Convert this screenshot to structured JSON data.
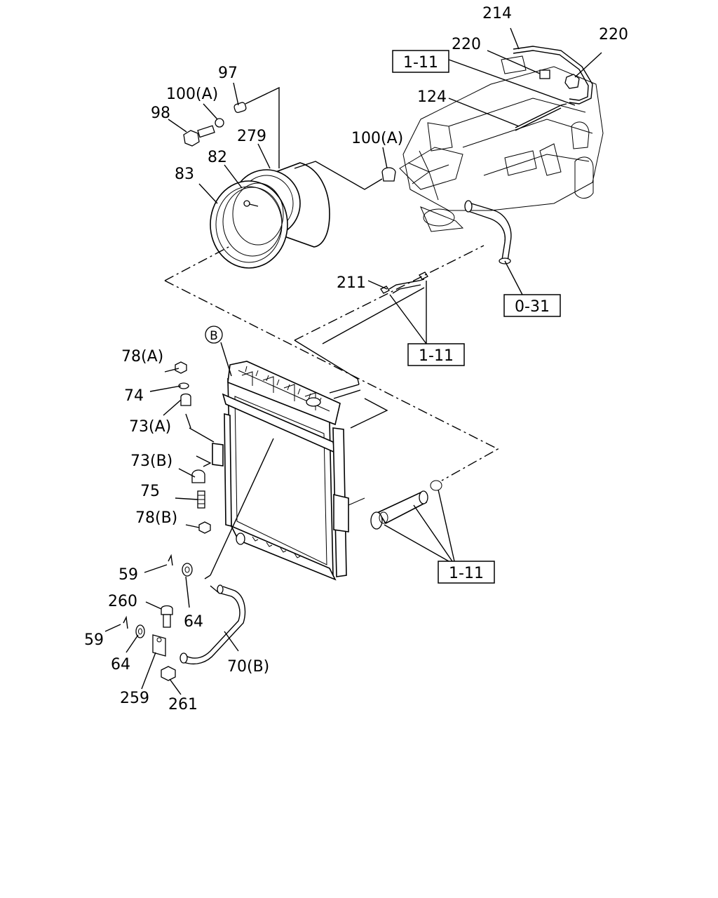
{
  "diagram": {
    "part_labels": {
      "p214": "214",
      "p220a": "220",
      "p220b": "220",
      "p124": "124",
      "p97": "97",
      "p100a_top": "100(A)",
      "p98": "98",
      "p279": "279",
      "p82": "82",
      "p83": "83",
      "p100a_mid": "100(A)",
      "p211": "211",
      "pB": "B",
      "p78a": "78(A)",
      "p74": "74",
      "p73a": "73(A)",
      "p73b": "73(B)",
      "p75": "75",
      "p78b": "78(B)",
      "p59a": "59",
      "p64a": "64",
      "p260": "260",
      "p59b": "59",
      "p64b": "64",
      "p70b": "70(B)",
      "p259": "259",
      "p261": "261"
    },
    "ref_boxes": {
      "r1": "1-11",
      "r2": "0-31",
      "r3": "1-11",
      "r4": "1-11"
    }
  }
}
